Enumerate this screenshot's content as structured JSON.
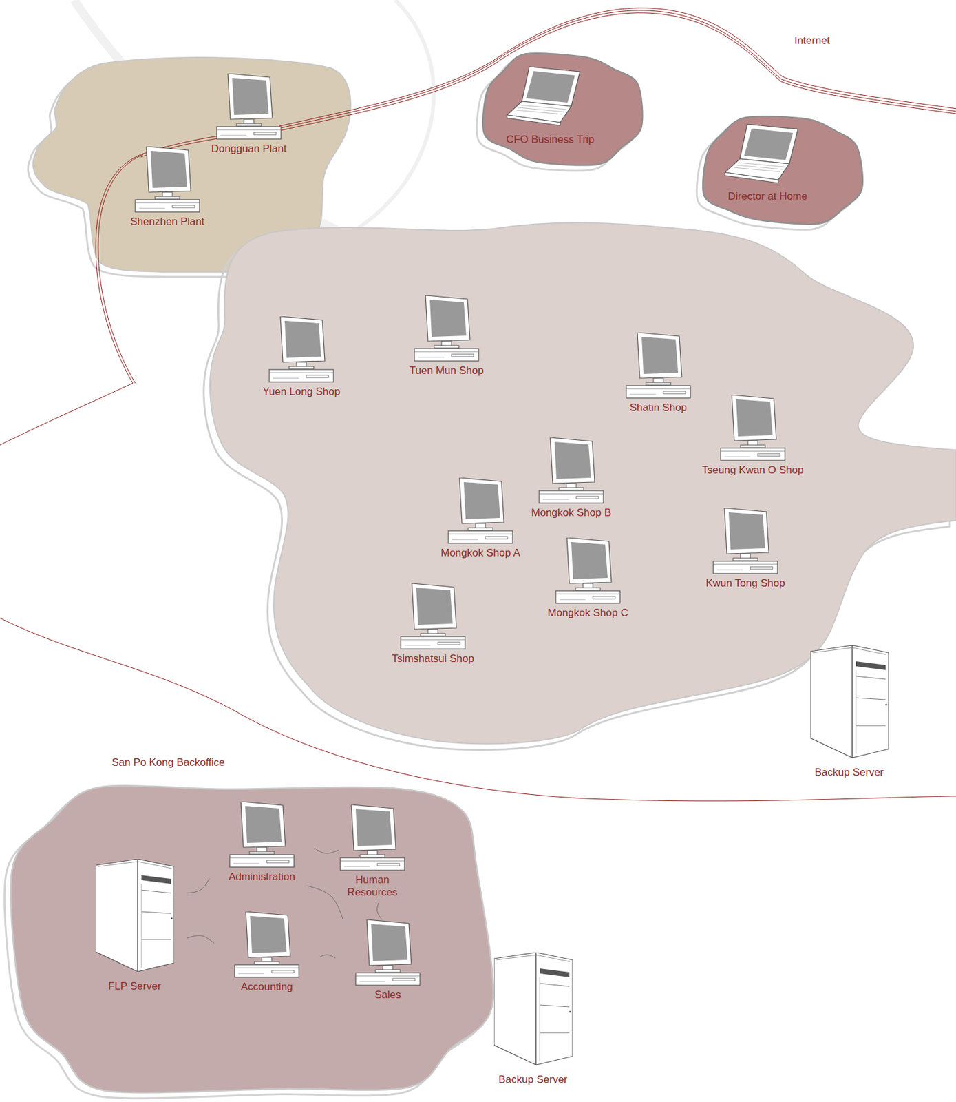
{
  "diagram": {
    "nodes": [
      {
        "text": [
          "Dongguan Plant"
        ]
      },
      {
        "text": [
          "CFO Business Trip"
        ]
      },
      {
        "text": [
          "Director at Home"
        ]
      },
      {
        "text": [
          "Shenzhen Plant"
        ]
      },
      {
        "text": [
          "Tuen Mun Shop"
        ]
      },
      {
        "text": [
          "Yuen Long Shop"
        ]
      },
      {
        "text": [
          "Shatin Shop"
        ]
      },
      {
        "text": [
          "Tseung Kwan O Shop"
        ]
      },
      {
        "text": [
          "Mongkok Shop B"
        ]
      },
      {
        "text": [
          "Mongkok Shop A"
        ]
      },
      {
        "text": [
          "Kwun Tong Shop"
        ]
      },
      {
        "text": [
          "Mongkok Shop C"
        ]
      },
      {
        "text": [
          "Tsimshatsui Shop"
        ]
      },
      {
        "text": [
          "Backup Server"
        ]
      },
      {
        "text": [
          "San Po Kong Backoffice"
        ]
      },
      {
        "text": [
          "Administration"
        ],
        "in": 14
      },
      {
        "text": [
          "Human Resources"
        ],
        "in": 14
      },
      {
        "text": [
          "FLP Server"
        ],
        "in": 14
      },
      {
        "text": [
          "Accounting"
        ],
        "in": 14
      },
      {
        "text": [
          "Sales"
        ],
        "in": 14
      },
      {
        "text": [
          "Backup Server"
        ]
      }
    ],
    "edges": [
      {
        "from": 17,
        "to": 15,
        "arrow": "none"
      },
      {
        "from": 17,
        "to": 18,
        "arrow": "none"
      },
      {
        "from": 15,
        "to": 16,
        "arrow": "none"
      },
      {
        "from": 15,
        "to": 19,
        "arrow": "none"
      },
      {
        "from": 16,
        "to": 19,
        "arrow": "none"
      },
      {
        "from": 18,
        "to": 19,
        "arrow": "none"
      }
    ],
    "labels": [
      "Internet"
    ]
  }
}
